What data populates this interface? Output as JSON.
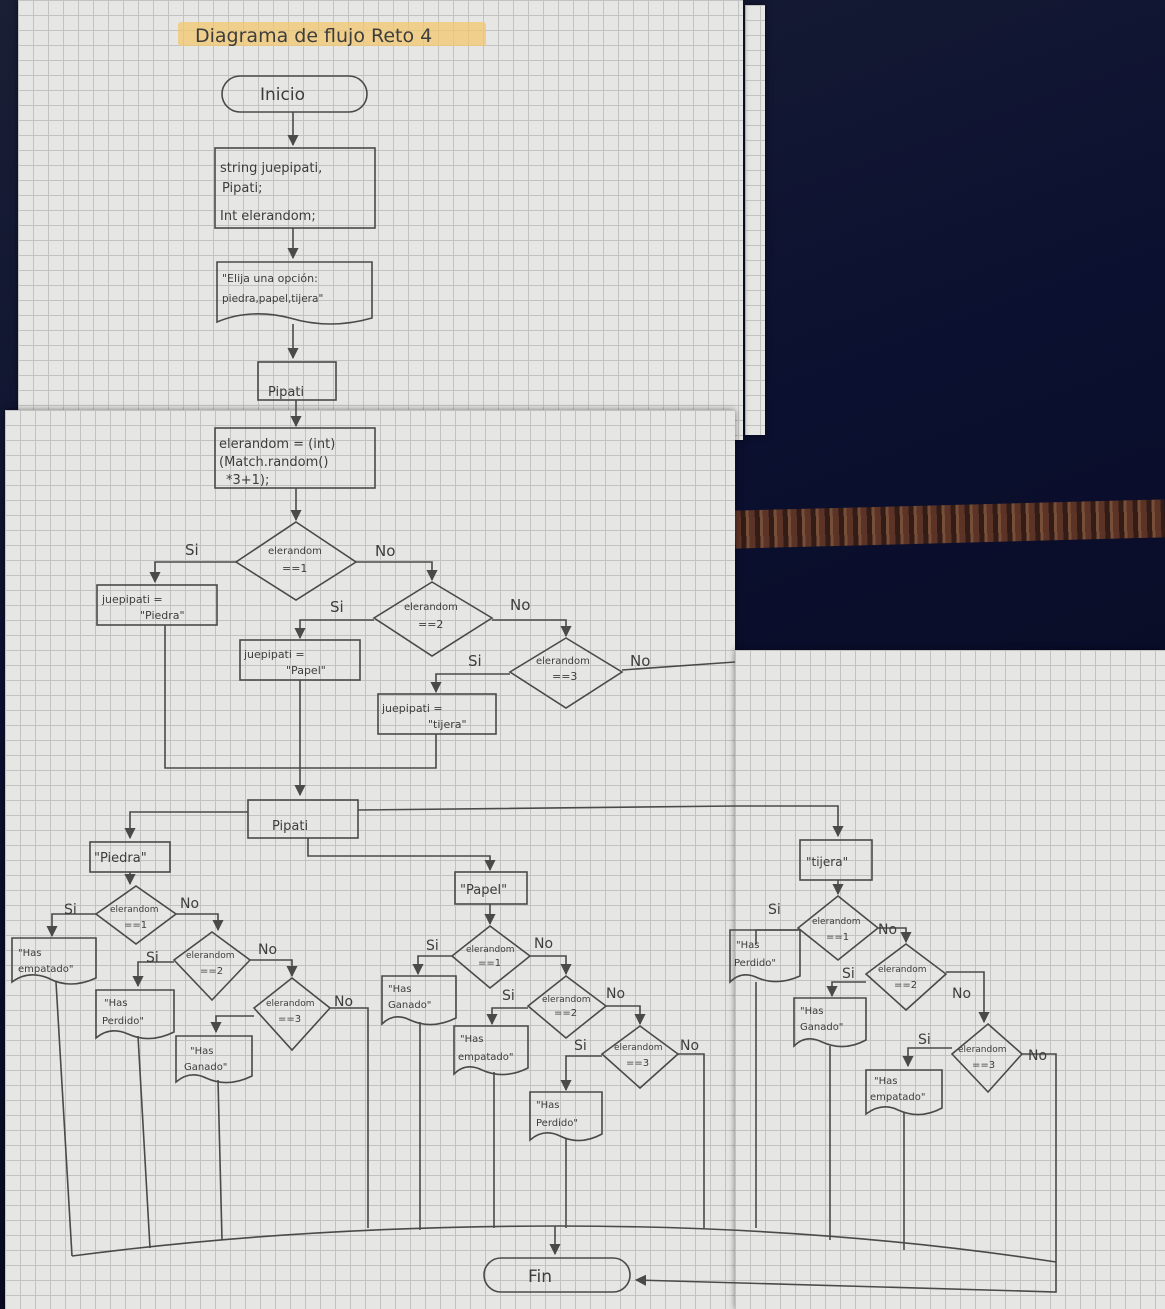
{
  "title": "Diagrama de flujo Reto 4",
  "nodes": {
    "inicio": "Inicio",
    "decl_1": "string juepipati,",
    "decl_2": "Pipati;",
    "decl_3": "Int elerandom;",
    "prompt_1": "\"Elija una opción:",
    "prompt_2": "piedra,papel,tijera\"",
    "input_pipati": "Pipati",
    "rand_1": "elerandom = (int)",
    "rand_2": "(Match.random()",
    "rand_3": "*3+1);",
    "cond1_a": "elerandom",
    "cond1_b": "==1",
    "cond2_a": "elerandom",
    "cond2_b": "==2",
    "cond3_a": "elerandom",
    "cond3_b": "==3",
    "assign_piedra_1": "juepipati =",
    "assign_piedra_2": "\"Piedra\"",
    "assign_papel_1": "juepipati =",
    "assign_papel_2": "\"Papel\"",
    "assign_tijera_1": "juepipati =",
    "assign_tijera_2": "\"tijera\"",
    "switch_pipati": "Pipati",
    "case_piedra": "\"Piedra\"",
    "case_papel": "\"Papel\"",
    "case_tijera": "\"tijera\"",
    "has_empatado_1": "\"Has",
    "has_empatado_2": "empatado\"",
    "has_perdido_1": "\"Has",
    "has_perdido_2": "Perdido\"",
    "has_ganado_1": "\"Has",
    "has_ganado_2": "Ganado\"",
    "fin": "Fin"
  },
  "labels": {
    "yes": "Si",
    "no": "No"
  }
}
